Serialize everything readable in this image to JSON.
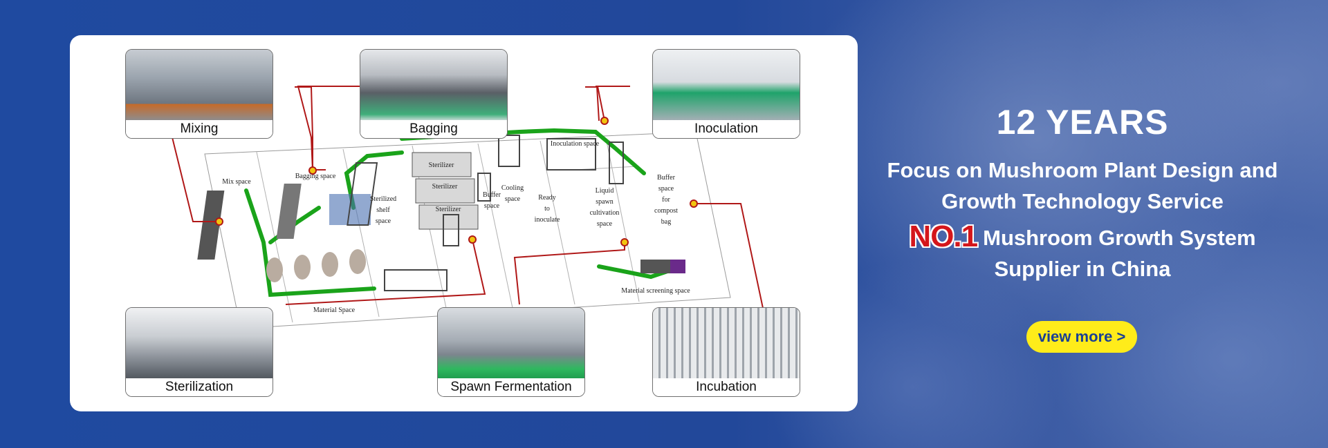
{
  "headline": {
    "years": "12 YEARS",
    "focus_line1": "Focus on Mushroom Plant Design and",
    "focus_line2": "Growth Technology Service",
    "no1_badge": "NO.1",
    "no1_line1": "Mushroom Growth System",
    "no1_line2": "Supplier in China",
    "cta_label": "view more",
    "cta_arrow": ">"
  },
  "photos": {
    "mixing": "Mixing",
    "bagging": "Bagging",
    "inoculation": "Inoculation",
    "sterilization": "Sterilization",
    "spawn": "Spawn Fermentation",
    "incubation": "Incubation"
  },
  "layout_labels": {
    "mix_space": "Mix space",
    "bagging_space": "Bagging space",
    "sterilized_shelf": [
      "Sterilized",
      "shelf",
      "space"
    ],
    "sterilizer": "Sterilizer",
    "buffer_space": [
      "Buffer",
      "space"
    ],
    "cooling_space": [
      "Cooling",
      "space"
    ],
    "ready": [
      "Ready",
      "to",
      "inoculate"
    ],
    "inoculation_space": "Inoculation space",
    "liquid_spawn": [
      "Liquid",
      "spawn",
      "cultivation",
      "space"
    ],
    "buffer_compost": [
      "Buffer",
      "space",
      "for",
      "compost",
      "bag"
    ],
    "material_screening": "Material screening space",
    "material_space": "Material Space"
  },
  "colors": {
    "background": "#1f4a9e",
    "accent_yellow": "#ffec1a",
    "badge_red": "#d4161b",
    "connector_red": "#b01818",
    "conveyor_green": "#1aa31a"
  }
}
